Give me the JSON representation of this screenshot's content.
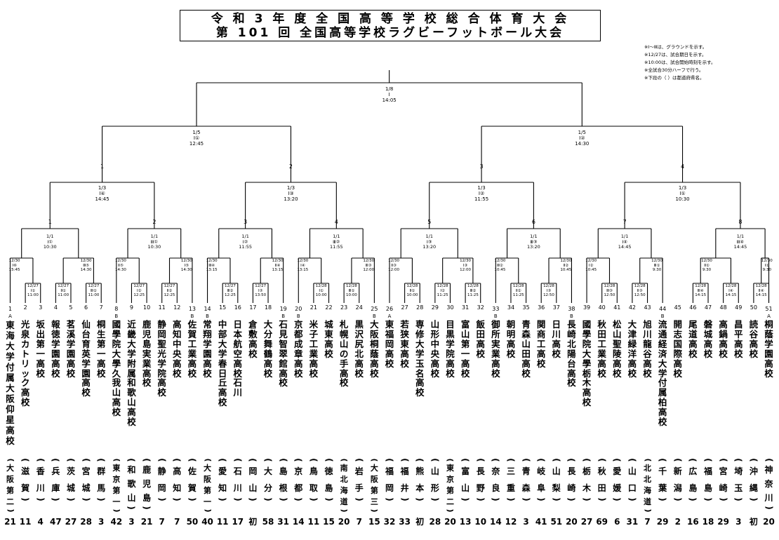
{
  "title": {
    "line1": "令 和 3 年 度 全 国 高 等 学 校 総 合 体 育 大 会",
    "line2": "第 101 回 全国高等学校ラグビーフットボール大会"
  },
  "notes": [
    "※Ⅰ～Ⅲは、グラウンドを示す。",
    "※12/27は、試合期日を示す。",
    "※10:00は、試合開始時刻を示す。",
    "※全試合30分ハーフで行う。",
    "※下段の（ ）は都道府県名。"
  ],
  "final": {
    "date": "1/8",
    "ground": "Ⅰ",
    "time": "14:05"
  },
  "semifinals": [
    {
      "date": "1/5",
      "ground": "Ⅰ①",
      "time": "12:45"
    },
    {
      "date": "1/5",
      "ground": "Ⅰ②",
      "time": "14:30"
    }
  ],
  "quarter_labels": [
    "1",
    "2",
    "3",
    "4"
  ],
  "quarterfinals": [
    {
      "date": "1/3",
      "ground": "Ⅰ④",
      "time": "14:45"
    },
    {
      "date": "1/3",
      "ground": "Ⅰ③",
      "time": "13:20"
    },
    {
      "date": "1/3",
      "ground": "Ⅰ②",
      "time": "11:55"
    },
    {
      "date": "1/3",
      "ground": "Ⅰ①",
      "time": "10:30"
    }
  ],
  "r16_labels": [
    "1",
    "2",
    "3",
    "4",
    "5",
    "6",
    "7",
    "8"
  ],
  "round16": [
    {
      "date": "1/1",
      "ground": "Ⅰ①",
      "time": "10:30"
    },
    {
      "date": "1/1",
      "ground": "Ⅲ①",
      "time": "10:30"
    },
    {
      "date": "1/1",
      "ground": "Ⅰ②",
      "time": "11:55"
    },
    {
      "date": "1/1",
      "ground": "Ⅲ②",
      "time": "11:55"
    },
    {
      "date": "1/1",
      "ground": "Ⅰ③",
      "time": "13:20"
    },
    {
      "date": "1/1",
      "ground": "Ⅲ③",
      "time": "13:20"
    },
    {
      "date": "1/1",
      "ground": "Ⅰ④",
      "time": "14:45"
    },
    {
      "date": "1/1",
      "ground": "Ⅲ④",
      "time": "14:45"
    }
  ],
  "round2": [
    {
      "date": "12/30",
      "ground": "Ⅰ⑥",
      "time": "15:45"
    },
    {
      "date": "12/30",
      "ground": "Ⅲ⑤",
      "time": "14:30"
    },
    {
      "date": "12/30",
      "ground": "Ⅱ⑤",
      "time": "14:30"
    },
    {
      "date": "12/30",
      "ground": "Ⅰ⑤",
      "time": "14:30"
    },
    {
      "date": "12/30",
      "ground": "Ⅲ④",
      "time": "13:15"
    },
    {
      "date": "12/30",
      "ground": "Ⅱ④",
      "time": "13:15"
    },
    {
      "date": "12/30",
      "ground": "Ⅰ④",
      "time": "13:15"
    },
    {
      "date": "12/30",
      "ground": "Ⅲ③",
      "time": "12:00"
    },
    {
      "date": "12/30",
      "ground": "Ⅱ③",
      "time": "12:00"
    },
    {
      "date": "12/30",
      "ground": "Ⅰ③",
      "time": "12:00"
    },
    {
      "date": "12/30",
      "ground": "Ⅲ②",
      "time": "10:45"
    },
    {
      "date": "12/30",
      "ground": "Ⅱ②",
      "time": "10:45"
    },
    {
      "date": "12/30",
      "ground": "Ⅰ②",
      "time": "10:45"
    },
    {
      "date": "12/30",
      "ground": "Ⅲ①",
      "time": "9:30"
    },
    {
      "date": "12/30",
      "ground": "Ⅱ①",
      "time": "9:30"
    },
    {
      "date": "12/30",
      "ground": "Ⅰ①",
      "time": "9:30"
    }
  ],
  "round1": [
    {
      "date": "12/27",
      "ground": "Ⅰ①",
      "time": "11:00"
    },
    {
      "date": "12/27",
      "ground": "Ⅱ①",
      "time": "11:00"
    },
    {
      "date": "12/27",
      "ground": "Ⅲ①",
      "time": "11:00"
    },
    {
      "date": "12/27",
      "ground": "Ⅰ②",
      "time": "12:25"
    },
    {
      "date": "12/27",
      "ground": "Ⅱ②",
      "time": "12:25"
    },
    {
      "date": "12/27",
      "ground": "Ⅲ②",
      "time": "12:25"
    },
    {
      "date": "12/27",
      "ground": "Ⅰ③",
      "time": "13:50"
    },
    {
      "date": "12/28",
      "ground": "Ⅰ①",
      "time": "10:00"
    },
    {
      "date": "12/28",
      "ground": "Ⅲ①",
      "time": "10:00"
    },
    {
      "date": "12/28",
      "ground": "Ⅱ①",
      "time": "10:00"
    },
    {
      "date": "12/28",
      "ground": "Ⅰ②",
      "time": "11:25"
    },
    {
      "date": "12/28",
      "ground": "Ⅲ②",
      "time": "11:25"
    },
    {
      "date": "12/28",
      "ground": "Ⅱ②",
      "time": "11:25"
    },
    {
      "date": "12/28",
      "ground": "Ⅰ③",
      "time": "12:50"
    },
    {
      "date": "12/28",
      "ground": "Ⅲ③",
      "time": "12:50"
    },
    {
      "date": "12/28",
      "ground": "Ⅱ③",
      "time": "12:50"
    },
    {
      "date": "12/28",
      "ground": "Ⅲ④",
      "time": "14:15"
    },
    {
      "date": "12/28",
      "ground": "Ⅰ④",
      "time": "14:15"
    },
    {
      "date": "12/28",
      "ground": "Ⅱ④",
      "time": "14:15"
    }
  ],
  "teams": [
    {
      "no": "1",
      "seed": "A",
      "name": "東海大学付属大阪仰星高校",
      "pref": "大阪第二",
      "count": "21"
    },
    {
      "no": "2",
      "seed": "",
      "name": "光泉カトリック高校",
      "pref": "滋賀",
      "count": "11"
    },
    {
      "no": "3",
      "seed": "",
      "name": "坂出第一高校",
      "pref": "香川",
      "count": "4"
    },
    {
      "no": "4",
      "seed": "",
      "name": "報徳学園高校",
      "pref": "兵庫",
      "count": "47"
    },
    {
      "no": "5",
      "seed": "",
      "name": "茗溪学園高校",
      "pref": "茨城",
      "count": "27"
    },
    {
      "no": "6",
      "seed": "",
      "name": "仙台育英学園高校",
      "pref": "宮城",
      "count": "28"
    },
    {
      "no": "7",
      "seed": "",
      "name": "桐生第一高校",
      "pref": "群馬",
      "count": "3"
    },
    {
      "no": "8",
      "seed": "B",
      "name": "國學院大學久我山高校",
      "pref": "東京第一",
      "count": "42"
    },
    {
      "no": "9",
      "seed": "",
      "name": "近畿大学附属和歌山高校",
      "pref": "和歌山",
      "count": "3"
    },
    {
      "no": "10",
      "seed": "",
      "name": "鹿児島実業高校",
      "pref": "鹿児島",
      "count": "21"
    },
    {
      "no": "11",
      "seed": "",
      "name": "静岡聖光学院高校",
      "pref": "静岡",
      "count": "7"
    },
    {
      "no": "12",
      "seed": "",
      "name": "高知中央高校",
      "pref": "高知",
      "count": "7"
    },
    {
      "no": "13",
      "seed": "B",
      "name": "佐賀工業高校",
      "pref": "佐賀",
      "count": "50"
    },
    {
      "no": "14",
      "seed": "B",
      "name": "常翔学園高校",
      "pref": "大阪第一",
      "count": "40"
    },
    {
      "no": "15",
      "seed": "",
      "name": "中部大学春日丘高校",
      "pref": "愛知",
      "count": "11"
    },
    {
      "no": "16",
      "seed": "",
      "name": "日本航空高校石川",
      "pref": "石川",
      "count": "17"
    },
    {
      "no": "17",
      "seed": "",
      "name": "倉敷高校",
      "pref": "岡山",
      "count": "初"
    },
    {
      "no": "18",
      "seed": "",
      "name": "大分舞鶴高校",
      "pref": "大分",
      "count": "58"
    },
    {
      "no": "19",
      "seed": "B",
      "name": "石見智翠館高校",
      "pref": "島根",
      "count": "31"
    },
    {
      "no": "20",
      "seed": "B",
      "name": "京都成章高校",
      "pref": "京都",
      "count": "14"
    },
    {
      "no": "21",
      "seed": "",
      "name": "米子工業高校",
      "pref": "鳥取",
      "count": "11"
    },
    {
      "no": "22",
      "seed": "",
      "name": "城東高校",
      "pref": "徳島",
      "count": "15"
    },
    {
      "no": "23",
      "seed": "",
      "name": "札幌山の手高校",
      "pref": "南北海道",
      "count": "20"
    },
    {
      "no": "24",
      "seed": "",
      "name": "黒沢尻北高校",
      "pref": "岩手",
      "count": "7"
    },
    {
      "no": "25",
      "seed": "B",
      "name": "大阪桐蔭高校",
      "pref": "大阪第三",
      "count": "15"
    },
    {
      "no": "26",
      "seed": "A",
      "name": "東福岡高校",
      "pref": "福岡",
      "count": "32"
    },
    {
      "no": "27",
      "seed": "",
      "name": "若狭東高校",
      "pref": "福井",
      "count": "33"
    },
    {
      "no": "28",
      "seed": "",
      "name": "専修大学玉名高校",
      "pref": "熊本",
      "count": "初"
    },
    {
      "no": "29",
      "seed": "",
      "name": "山形中央高校",
      "pref": "山形",
      "count": "28"
    },
    {
      "no": "30",
      "seed": "",
      "name": "目黒学院高校",
      "pref": "東京第二",
      "count": "20"
    },
    {
      "no": "31",
      "seed": "",
      "name": "富山第一高校",
      "pref": "富山",
      "count": "13"
    },
    {
      "no": "32",
      "seed": "",
      "name": "飯田高校",
      "pref": "長野",
      "count": "10"
    },
    {
      "no": "33",
      "seed": "B",
      "name": "御所実業高校",
      "pref": "奈良",
      "count": "14"
    },
    {
      "no": "34",
      "seed": "",
      "name": "朝明高校",
      "pref": "三重",
      "count": "12"
    },
    {
      "no": "35",
      "seed": "",
      "name": "青森山田高校",
      "pref": "青森",
      "count": "3"
    },
    {
      "no": "36",
      "seed": "",
      "name": "関商工高校",
      "pref": "岐阜",
      "count": "41"
    },
    {
      "no": "37",
      "seed": "",
      "name": "日川高校",
      "pref": "山梨",
      "count": "51"
    },
    {
      "no": "38",
      "seed": "B",
      "name": "長崎北陽台高校",
      "pref": "長崎",
      "count": "20"
    },
    {
      "no": "39",
      "seed": "",
      "name": "國學院大學栃木高校",
      "pref": "栃木",
      "count": "27"
    },
    {
      "no": "40",
      "seed": "",
      "name": "秋田工業高校",
      "pref": "秋田",
      "count": "69"
    },
    {
      "no": "41",
      "seed": "",
      "name": "松山聖陵高校",
      "pref": "愛媛",
      "count": "6"
    },
    {
      "no": "42",
      "seed": "",
      "name": "大津緑洋高校",
      "pref": "山口",
      "count": "31"
    },
    {
      "no": "43",
      "seed": "",
      "name": "旭川龍谷高校",
      "pref": "北北海道",
      "count": "7"
    },
    {
      "no": "44",
      "seed": "B",
      "name": "流通経済大学付属柏高校",
      "pref": "千葉",
      "count": "29"
    },
    {
      "no": "45",
      "seed": "",
      "name": "開志国際高校",
      "pref": "新潟",
      "count": "2"
    },
    {
      "no": "46",
      "seed": "",
      "name": "尾道高校",
      "pref": "広島",
      "count": "16"
    },
    {
      "no": "47",
      "seed": "",
      "name": "磐城高校",
      "pref": "福島",
      "count": "18"
    },
    {
      "no": "48",
      "seed": "",
      "name": "高鍋高校",
      "pref": "宮崎",
      "count": "29"
    },
    {
      "no": "49",
      "seed": "",
      "name": "昌平高校",
      "pref": "埼玉",
      "count": "3"
    },
    {
      "no": "50",
      "seed": "",
      "name": "読谷高校",
      "pref": "沖縄",
      "count": "初"
    },
    {
      "no": "51",
      "seed": "A",
      "name": "桐蔭学園高校",
      "pref": "神奈川",
      "count": "20"
    }
  ]
}
